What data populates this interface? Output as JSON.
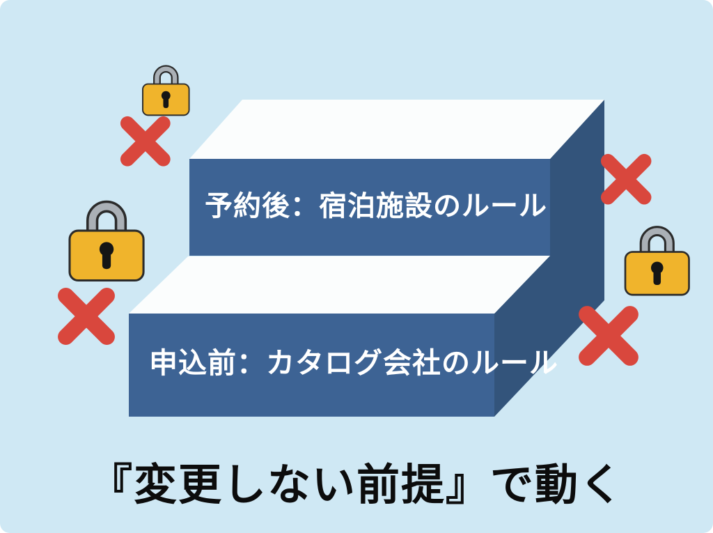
{
  "diagram": {
    "upper_step_label": "予約後：宿泊施設のルール",
    "lower_step_label": "申込前：カタログ会社のルール",
    "caption": "『変更しない前提』で動く"
  },
  "colors": {
    "background": "#cfe8f4",
    "step_front": "#3d6394",
    "step_side": "#33547b",
    "step_top": "#fbfdfd",
    "label_text": "#ffffff",
    "lock_body": "#f0b42c",
    "lock_shackle": "#aab0b6",
    "lock_outline": "#2b2b2b",
    "keyhole": "#151515",
    "x_mark": "#d9473d"
  }
}
